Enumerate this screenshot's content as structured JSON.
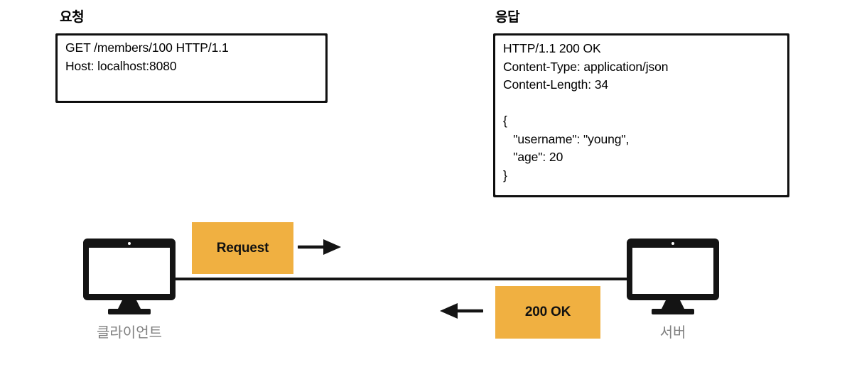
{
  "headings": {
    "request": "요청",
    "response": "응답"
  },
  "request_message": {
    "lines": [
      "GET /members/100 HTTP/1.1",
      "Host: localhost:8080"
    ],
    "text": "GET /members/100 HTTP/1.1\nHost: localhost:8080"
  },
  "response_message": {
    "lines": [
      "HTTP/1.1 200 OK",
      "Content-Type: application/json",
      "Content-Length: 34",
      "",
      "{",
      "   \"username\": \"young\",",
      "   \"age\": 20",
      "}"
    ],
    "text": "HTTP/1.1 200 OK\nContent-Type: application/json\nContent-Length: 34\n\n{\n   \"username\": \"young\",\n   \"age\": 20\n}"
  },
  "nodes": {
    "client_label": "클라이언트",
    "server_label": "서버"
  },
  "tags": {
    "request": "Request",
    "response": "200 OK"
  },
  "icons": {
    "request_arrow": "arrow-right-icon",
    "response_arrow": "arrow-left-icon",
    "client_monitor": "desktop-monitor-icon",
    "server_monitor": "desktop-monitor-icon"
  },
  "colors": {
    "tag_orange": "#F0B041",
    "ink_black": "#141414",
    "label_gray": "#808080",
    "background": "#FFFFFF"
  }
}
